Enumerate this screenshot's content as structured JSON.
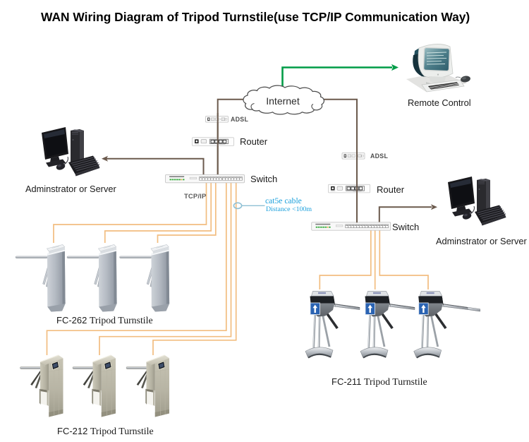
{
  "title": "WAN Wiring Diagram of Tripod Turnstile(use TCP/IP Communication Way)",
  "colors": {
    "wire-orange": "#F2BD80",
    "line-brown": "#6B5A4D",
    "arrow-green": "#009C47",
    "callout-cyan": "#1CA0DC"
  },
  "nodes": {
    "internet": {
      "label": "Internet"
    },
    "remote_control": {
      "label": "Remote Control"
    },
    "admin_left": {
      "label": "Adminstrator or Server"
    },
    "admin_right": {
      "label": "Adminstrator or Server"
    },
    "adsl_left": {
      "label": "ADSL"
    },
    "adsl_right": {
      "label": "ADSL"
    },
    "router_left": {
      "label": "Router"
    },
    "router_right": {
      "label": "Router"
    },
    "switch_left": {
      "label": "Switch"
    },
    "switch_right": {
      "label": "Switch"
    },
    "tcpip": {
      "label": "TCP/IP"
    }
  },
  "callout": {
    "line1": "cat5e cable",
    "line2": "Distance <100m"
  },
  "turnstiles": {
    "fc262": {
      "model": "FC-262",
      "name": "Tripod Turnstile",
      "count": 3
    },
    "fc212": {
      "model": "FC-212",
      "name": "Tripod Turnstile",
      "count": 3
    },
    "fc211": {
      "model": "FC-211",
      "name": "Tripod Turnstile",
      "count": 3
    }
  }
}
